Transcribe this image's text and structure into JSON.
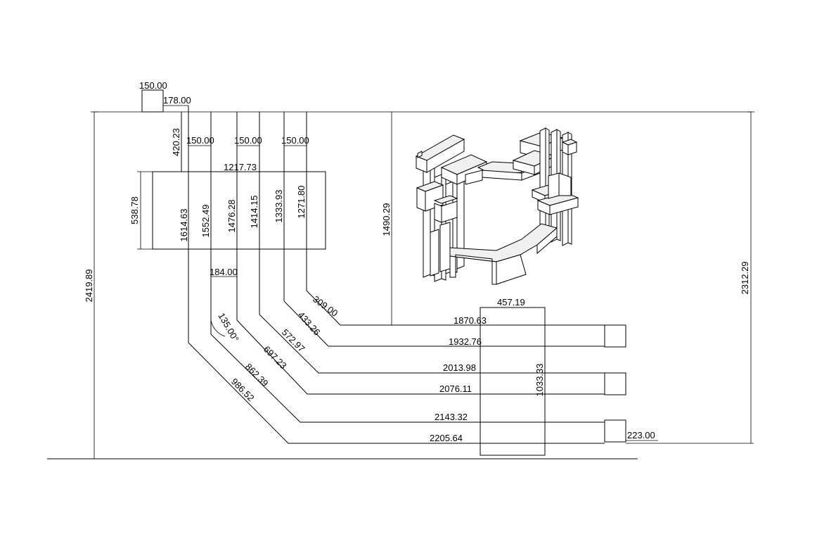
{
  "dimensions": {
    "top_square_width": "150.00",
    "top_offset": "178.00",
    "spacing_1": "150.00",
    "spacing_2": "150.00",
    "spacing_3": "150.00",
    "top_to_box": "420.23",
    "box_width": "1217.73",
    "box_height": "538.78",
    "vertical_1": "1614.63",
    "vertical_2": "1552.49",
    "vertical_3": "1476.28",
    "vertical_4": "1414.15",
    "vertical_5": "1333.93",
    "vertical_6": "1271.80",
    "gap": "184.00",
    "angle": "135.00°",
    "diag_1": "309.00",
    "diag_2": "433.26",
    "diag_3": "572.97",
    "diag_4": "697.23",
    "diag_5": "862.39",
    "diag_6": "986.52",
    "horizontal_1": "1870.63",
    "horizontal_2": "1932.76",
    "horizontal_3": "2013.98",
    "horizontal_4": "2076.11",
    "horizontal_5": "2143.32",
    "horizontal_6": "2205.64",
    "right_box_width": "457.19",
    "right_box_height": "1033.33",
    "end_square": "223.00",
    "overall_height": "2419.89",
    "right_height": "2312.29",
    "mid_height": "1490.29"
  }
}
